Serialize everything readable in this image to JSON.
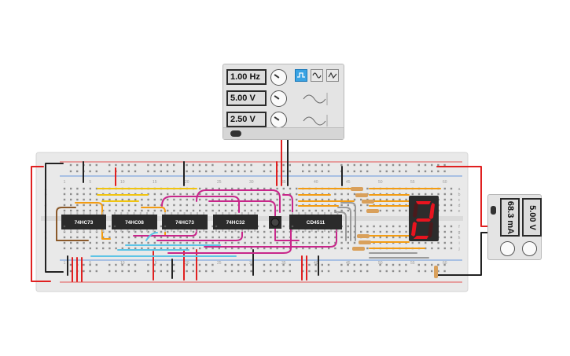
{
  "function_generator": {
    "frequency": "1.00 Hz",
    "amplitude": "5.00 V",
    "offset": "2.50 V",
    "waveforms": [
      "square",
      "sine",
      "triangle"
    ],
    "selected_waveform": "square"
  },
  "multimeter": {
    "reading_current": "68.3 mA",
    "reading_voltage": "5.00 V"
  },
  "breadboard": {
    "column_numbers": [
      "1",
      "5",
      "10",
      "15",
      "20",
      "25",
      "30",
      "35",
      "40",
      "45",
      "50",
      "55",
      "60"
    ],
    "row_letters_top": [
      "a",
      "b",
      "c",
      "d",
      "e"
    ],
    "row_letters_bottom": [
      "f",
      "g",
      "h",
      "i",
      "j"
    ]
  },
  "chips": [
    {
      "label": "74HC73"
    },
    {
      "label": "74HC08"
    },
    {
      "label": "74HC73"
    },
    {
      "label": "74HC32"
    },
    {
      "label": "CD4511"
    }
  ],
  "seven_segment": {
    "digit": "2",
    "color": "#e8141f"
  },
  "colors": {
    "wire_red": "#e02020",
    "wire_black": "#222222",
    "wire_magenta": "#c8268a",
    "wire_orange": "#f39c12",
    "wire_yellow": "#f1c40f",
    "wire_blue": "#5dc4e6",
    "wire_gray": "#9a9a9a",
    "wire_brown": "#8b5a2b",
    "chip_body": "#2b2b2b",
    "breadboard": "#e9e9e9"
  }
}
